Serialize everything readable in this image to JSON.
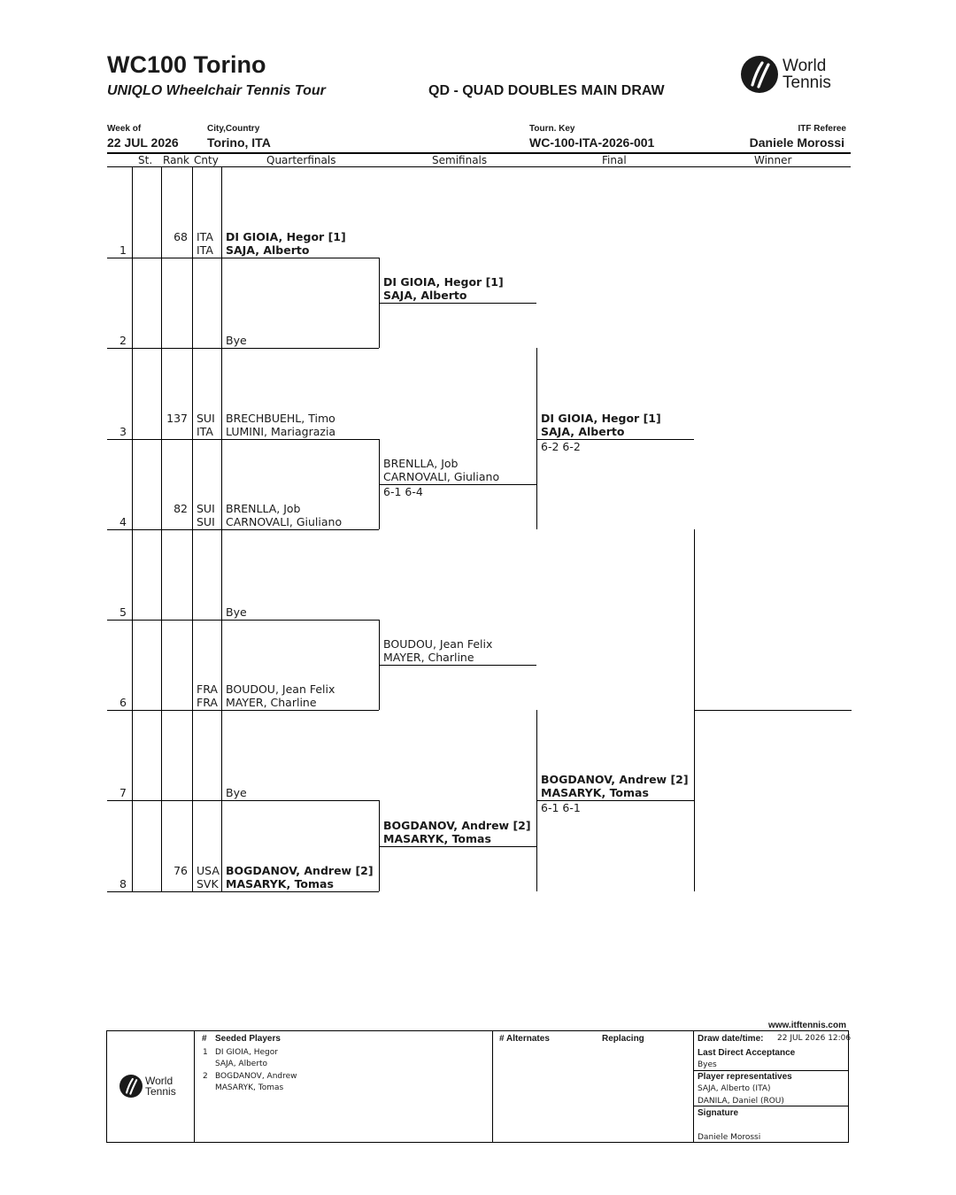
{
  "header": {
    "tournament_title": "WC100 Torino",
    "tour_name": "UNIQLO Wheelchair Tennis Tour",
    "draw_name": "QD - QUAD DOUBLES MAIN DRAW",
    "logo_text_line1": "World",
    "logo_text_line2": "Tennis",
    "week_label": "Week of",
    "week_value": "22 JUL 2026",
    "city_label": "City,Country",
    "city_value": "Torino, ITA",
    "key_label": "Tourn. Key",
    "key_value": "WC-100-ITA-2026-001",
    "referee_label": "ITF Referee",
    "referee_value": "Daniele Morossi"
  },
  "columns": {
    "seed": "St.",
    "rank": "Rank",
    "cnty": "Cnty",
    "r1": "Quarterfinals",
    "r2": "Semifinals",
    "r3": "Final",
    "r4": "Winner"
  },
  "draw": {
    "entries": [
      {
        "pos": "1",
        "rank": "68",
        "cnty1": "ITA",
        "cnty2": "ITA",
        "name1": "DI GIOIA, Hegor [1]",
        "name2": "SAJA, Alberto",
        "bold": true
      },
      {
        "pos": "2",
        "rank": "",
        "cnty1": "",
        "cnty2": "",
        "name1": "",
        "name2": "Bye",
        "bold": false
      },
      {
        "pos": "3",
        "rank": "137",
        "cnty1": "SUI",
        "cnty2": "ITA",
        "name1": "BRECHBUEHL, Timo",
        "name2": "LUMINI, Mariagrazia",
        "bold": false
      },
      {
        "pos": "4",
        "rank": "82",
        "cnty1": "SUI",
        "cnty2": "SUI",
        "name1": "BRENLLA, Job",
        "name2": "CARNOVALI, Giuliano",
        "bold": false
      },
      {
        "pos": "5",
        "rank": "",
        "cnty1": "",
        "cnty2": "",
        "name1": "",
        "name2": "Bye",
        "bold": false
      },
      {
        "pos": "6",
        "rank": "",
        "cnty1": "FRA",
        "cnty2": "FRA",
        "name1": "BOUDOU, Jean Felix",
        "name2": "MAYER, Charline",
        "bold": false
      },
      {
        "pos": "7",
        "rank": "",
        "cnty1": "",
        "cnty2": "",
        "name1": "",
        "name2": "Bye",
        "bold": false
      },
      {
        "pos": "8",
        "rank": "76",
        "cnty1": "USA",
        "cnty2": "SVK",
        "name1": "BOGDANOV, Andrew [2]",
        "name2": "MASARYK, Tomas",
        "bold": true
      }
    ],
    "semifinalists": [
      {
        "name1": "DI GIOIA, Hegor [1]",
        "name2": "SAJA, Alberto",
        "score": "",
        "bold": true
      },
      {
        "name1": "BRENLLA, Job",
        "name2": "CARNOVALI, Giuliano",
        "score": "6-1 6-4",
        "bold": false
      },
      {
        "name1": "BOUDOU, Jean Felix",
        "name2": "MAYER, Charline",
        "score": "",
        "bold": false
      },
      {
        "name1": "BOGDANOV, Andrew [2]",
        "name2": "MASARYK, Tomas",
        "score": "",
        "bold": true
      }
    ],
    "finalists": [
      {
        "name1": "DI GIOIA, Hegor [1]",
        "name2": "SAJA, Alberto",
        "score": "6-2 6-2",
        "bold": true
      },
      {
        "name1": "BOGDANOV, Andrew [2]",
        "name2": "MASARYK, Tomas",
        "score": "6-1 6-1",
        "bold": true
      }
    ]
  },
  "footer": {
    "website": "www.itftennis.com",
    "seeded_hash": "#",
    "seeded_title": "Seeded Players",
    "seeds": [
      {
        "num": "1",
        "name1": "DI GIOIA, Hegor",
        "name2": "SAJA, Alberto"
      },
      {
        "num": "2",
        "name1": "BOGDANOV, Andrew",
        "name2": "MASARYK, Tomas"
      }
    ],
    "alternates_title": "# Alternates",
    "replacing_title": "Replacing",
    "draw_date_label": "Draw date/time:",
    "draw_date_value": "22 JUL 2026 12:06",
    "lda_label": "Last Direct Acceptance",
    "lda_value": "Byes",
    "reps_label": "Player representatives",
    "rep1": "SAJA, Alberto (ITA)",
    "rep2": "DANILA, Daniel (ROU)",
    "signature_label": "Signature",
    "signature_value": "Daniele Morossi"
  }
}
